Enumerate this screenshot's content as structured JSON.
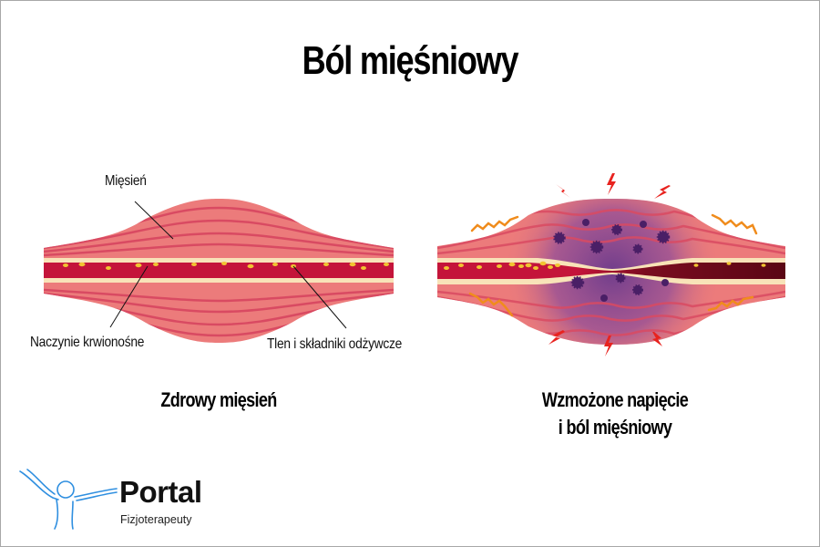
{
  "title": "Ból mięśniowy",
  "healthy": {
    "label_muscle": "Mięsień",
    "label_vessel": "Naczynie krwionośne",
    "label_nutrients": "Tlen i składniki odżywcze",
    "caption": "Zdrowy mięsień"
  },
  "tense": {
    "caption_line1": "Wzmożone napięcie",
    "caption_line2": "i ból mięśniowy"
  },
  "logo": {
    "name": "Portal",
    "subtitle": "Fizjoterapeuty"
  },
  "colors": {
    "muscle": "#ec7b7b",
    "muscle_stripe": "#d94a62",
    "vessel": "#c4143a",
    "vessel_wall": "#f8e3b8",
    "nutrient": "#f2c431",
    "inflammation": "#6a3a8c",
    "lightning": "#e8231f",
    "tension_wave": "#f08c1c",
    "logo_blue": "#2f8fe0"
  }
}
